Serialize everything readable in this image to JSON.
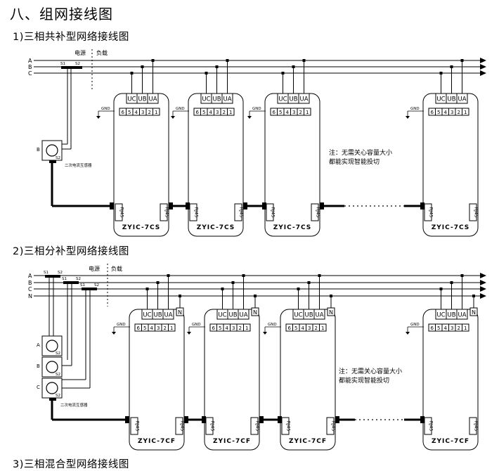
{
  "heading": "八、组网接线图",
  "sections": [
    {
      "title": "1)三相共补型网络接线图",
      "lines": [
        "A",
        "B",
        "C"
      ],
      "source_label": "电源",
      "load_label": "负载",
      "ct_labels": [
        "S1",
        "S2"
      ],
      "ct_phase": [
        "B"
      ],
      "ct_secondary": "S2",
      "ct_caption": "二次电流互感器",
      "phase_terminals": [
        "UC",
        "UB",
        "UA"
      ],
      "gnd_label": "GND",
      "pins": [
        "6",
        "5",
        "4",
        "3",
        "2",
        "1"
      ],
      "rj45": "RJ45",
      "model": "ZYIC-7CS",
      "note_line1": "注：无需关心容量大小",
      "note_line2": "都能实现智能投切"
    },
    {
      "title": "2)三相分补型网络接线图",
      "lines": [
        "A",
        "B",
        "C",
        "N"
      ],
      "source_label": "电源",
      "load_label": "负载",
      "ct_labels": [
        "S1",
        "S2"
      ],
      "ct_phase": [
        "A",
        "B",
        "C"
      ],
      "ct_secondary": "S2",
      "ct_caption": "二次电流互感器",
      "phase_terminals": [
        "UC",
        "UB",
        "UA"
      ],
      "neutral_terminal": "N",
      "gnd_label": "GND",
      "pins": [
        "6",
        "5",
        "4",
        "3",
        "2",
        "1"
      ],
      "rj45": "RJ45",
      "model": "ZYIC-7CF",
      "note_line1": "注：无需关心容量大小",
      "note_line2": "都能实现智能投切"
    }
  ],
  "next_section_partial": "3)三相混合型网络接线图"
}
